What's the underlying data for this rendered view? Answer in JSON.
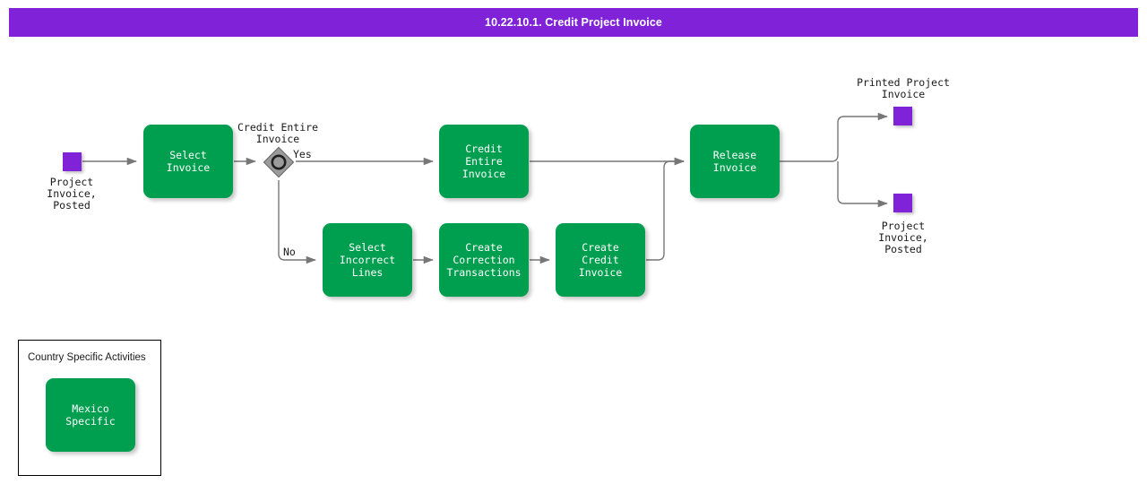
{
  "header": {
    "title": "10.22.10.1. Credit Project Invoice",
    "bar_color": "#8022d8",
    "text_color": "#ffffff"
  },
  "theme": {
    "task_fill": "#009e4f",
    "task_text": "#ffffff",
    "event_fill": "#8022d8",
    "gateway_fill": "#999999",
    "gateway_stroke": "#333333",
    "connector_color": "#777777",
    "canvas_background": "#ffffff"
  },
  "diagram": {
    "type": "bpmn-process-flow",
    "start_events": [
      {
        "id": "start-project-invoice-posted",
        "caption": "Project\nInvoice,\nPosted"
      }
    ],
    "tasks": [
      {
        "id": "select-invoice",
        "label": "Select Invoice"
      },
      {
        "id": "credit-entire-invoice",
        "label": "Credit Entire\nInvoice"
      },
      {
        "id": "select-incorrect-lines",
        "label": "Select Incorrect\nLines"
      },
      {
        "id": "create-correction-transactions",
        "label": "Create\nCorrection\nTransactions"
      },
      {
        "id": "create-credit-invoice",
        "label": "Create Credit\nInvoice"
      },
      {
        "id": "release-invoice",
        "label": "Release Invoice"
      }
    ],
    "gateways": [
      {
        "id": "credit-entire-invoice-gateway",
        "label": "Credit Entire\nInvoice",
        "type": "event-based"
      }
    ],
    "flow_labels": {
      "yes": "Yes",
      "no": "No"
    },
    "end_events": [
      {
        "id": "end-printed-project-invoice",
        "caption": "Printed Project\nInvoice"
      },
      {
        "id": "end-project-invoice-posted",
        "caption": "Project\nInvoice,\nPosted"
      }
    ]
  },
  "country_specific": {
    "title": "Country Specific Activities",
    "tasks": [
      {
        "id": "mexico-specific",
        "label": "Mexico Specific"
      }
    ]
  }
}
